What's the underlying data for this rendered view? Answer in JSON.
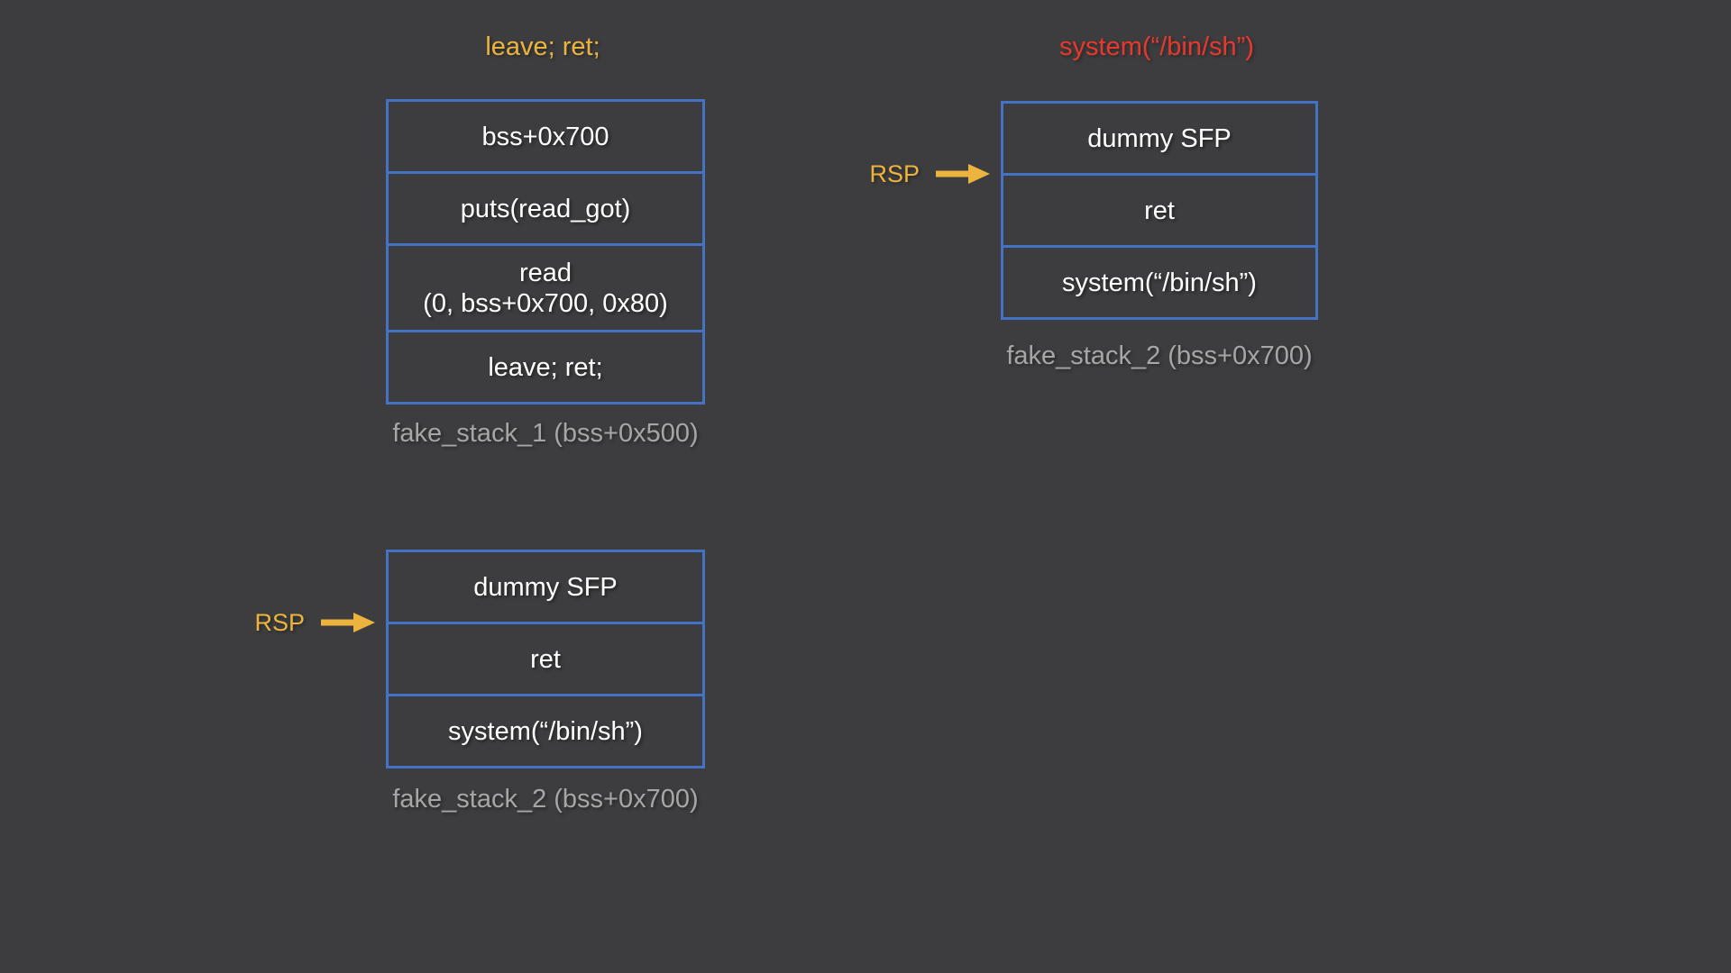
{
  "slide": {
    "background": "#3d3d3f"
  },
  "colors": {
    "box_border_blue": "#4472c4",
    "cell_text_white": "#ffffff",
    "highlight_gold": "#ecb43e",
    "highlight_red": "#e8382e",
    "caption_gray": "#a6a6a6"
  },
  "stack1": {
    "title": "leave; ret;",
    "cells": [
      "bss+0x700",
      "puts(read_got)",
      "read\n(0, bss+0x700, 0x80)",
      "leave; ret;"
    ],
    "caption": "fake_stack_1 (bss+0x500)"
  },
  "stack2_top": {
    "title": "system(“/bin/sh”)",
    "rsp_label": "RSP",
    "cells": [
      "dummy SFP",
      "ret",
      "system(“/bin/sh”)"
    ],
    "caption": "fake_stack_2 (bss+0x700)"
  },
  "stack2_bottom": {
    "rsp_label": "RSP",
    "cells": [
      "dummy SFP",
      "ret",
      "system(“/bin/sh”)"
    ],
    "caption": "fake_stack_2 (bss+0x700)"
  }
}
